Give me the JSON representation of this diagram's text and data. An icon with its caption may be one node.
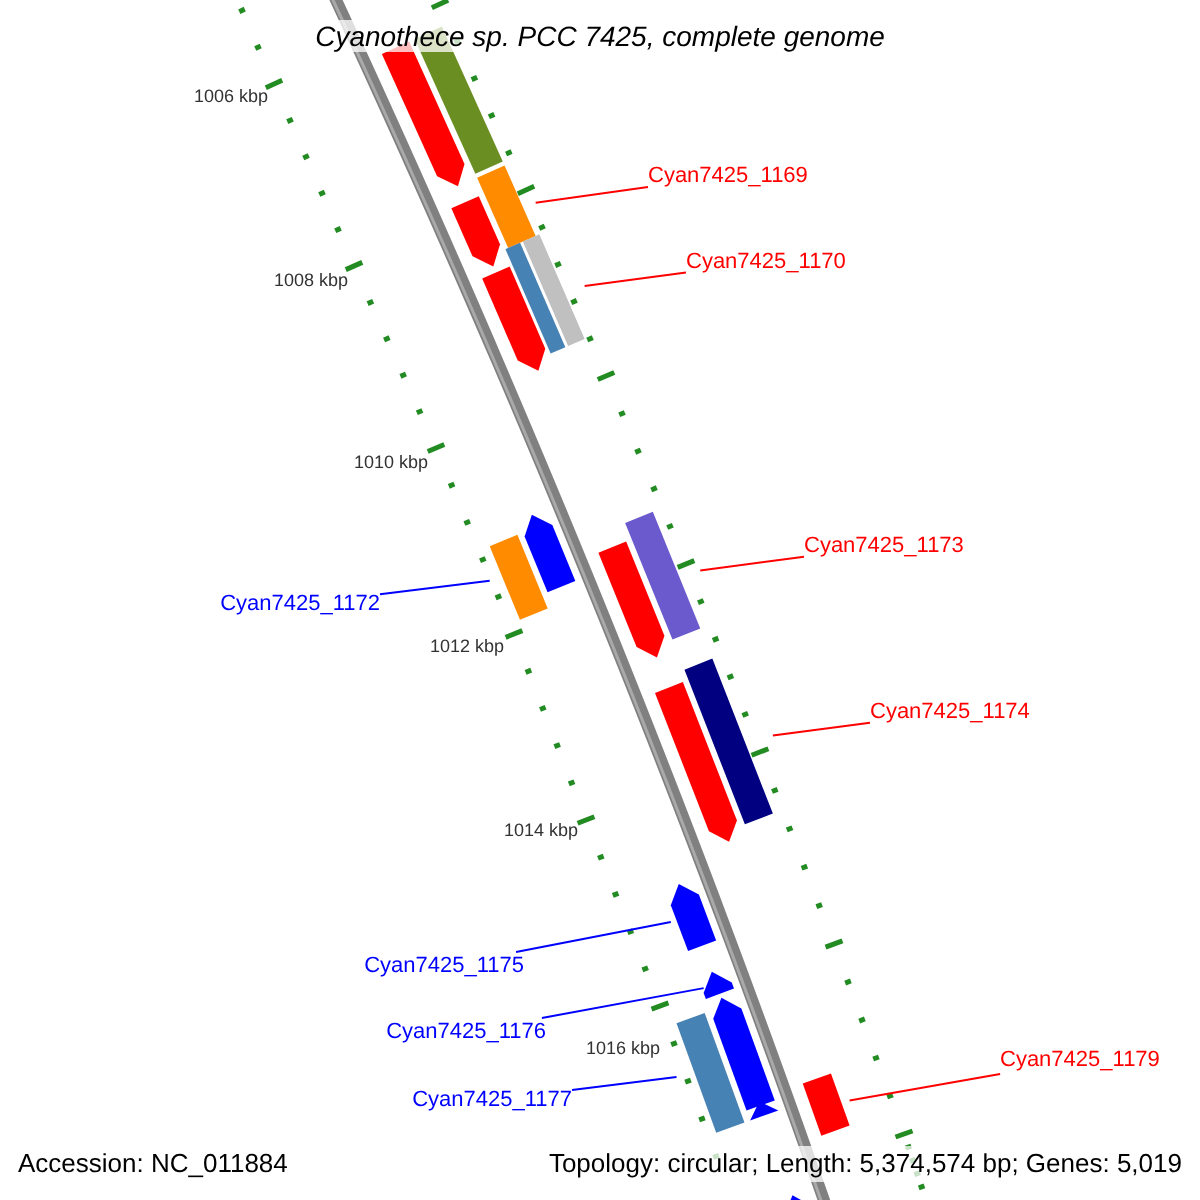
{
  "diagram": {
    "title": "Cyanothece sp. PCC 7425, complete genome",
    "nodes": [
      {
        "text": [
          "Cyan7425_1169"
        ]
      },
      {
        "text": [
          "Cyan7425_1170"
        ]
      },
      {
        "text": [
          "Cyan7425_1172"
        ]
      },
      {
        "text": [
          "Cyan7425_1173"
        ]
      },
      {
        "text": [
          "Cyan7425_1174"
        ]
      },
      {
        "text": [
          "Cyan7425_1175"
        ]
      },
      {
        "text": [
          "Cyan7425_1176"
        ]
      },
      {
        "text": [
          "Cyan7425_1177"
        ]
      },
      {
        "text": [
          "Cyan7425_1179"
        ]
      },
      {
        "text": [],
        "shape": "pentagon"
      },
      {
        "text": [],
        "shape": "bar"
      },
      {
        "text": [],
        "shape": "pentagon"
      },
      {
        "text": [],
        "shape": "bar"
      },
      {
        "text": [],
        "shape": "bar"
      },
      {
        "text": [],
        "shape": "bar"
      },
      {
        "text": [],
        "shape": "pentagon"
      },
      {
        "text": [],
        "shape": "pentagon"
      },
      {
        "text": [],
        "shape": "bar"
      },
      {
        "text": [],
        "shape": "bar"
      },
      {
        "text": [],
        "shape": "pentagon"
      },
      {
        "text": [],
        "shape": "bar"
      },
      {
        "text": [],
        "shape": "pentagon"
      },
      {
        "text": [],
        "shape": "pentagon"
      },
      {
        "text": [],
        "shape": "pentagon"
      },
      {
        "text": [],
        "shape": "pentagon"
      },
      {
        "text": [],
        "shape": "bar"
      },
      {
        "text": [],
        "shape": "bar"
      },
      {
        "text": [],
        "shape": "pentagon"
      },
      {
        "text": [],
        "shape": "pentagon"
      }
    ],
    "edges": [
      {
        "from": 0,
        "to": 12,
        "arrow": "none"
      },
      {
        "from": 1,
        "to": 14,
        "arrow": "none"
      },
      {
        "from": 2,
        "to": 17,
        "arrow": "none",
        "color": "#0000ff"
      },
      {
        "from": 3,
        "to": 18,
        "arrow": "none"
      },
      {
        "from": 4,
        "to": 20,
        "arrow": "none"
      },
      {
        "from": 5,
        "to": 22,
        "arrow": "none",
        "color": "#0000ff"
      },
      {
        "from": 6,
        "to": 23,
        "arrow": "none",
        "color": "#0000ff"
      },
      {
        "from": 7,
        "to": 25,
        "arrow": "none",
        "color": "#0000ff"
      },
      {
        "from": 8,
        "to": 26,
        "arrow": "none"
      }
    ],
    "labels": [
      "1006 kbp",
      "1008 kbp",
      "1010 kbp",
      "1012 kbp",
      "1014 kbp",
      "1016 kbp",
      "Accession: NC_011884",
      "Topology: circular; Length: 5,374,574 bp; Genes: 5,019"
    ]
  }
}
